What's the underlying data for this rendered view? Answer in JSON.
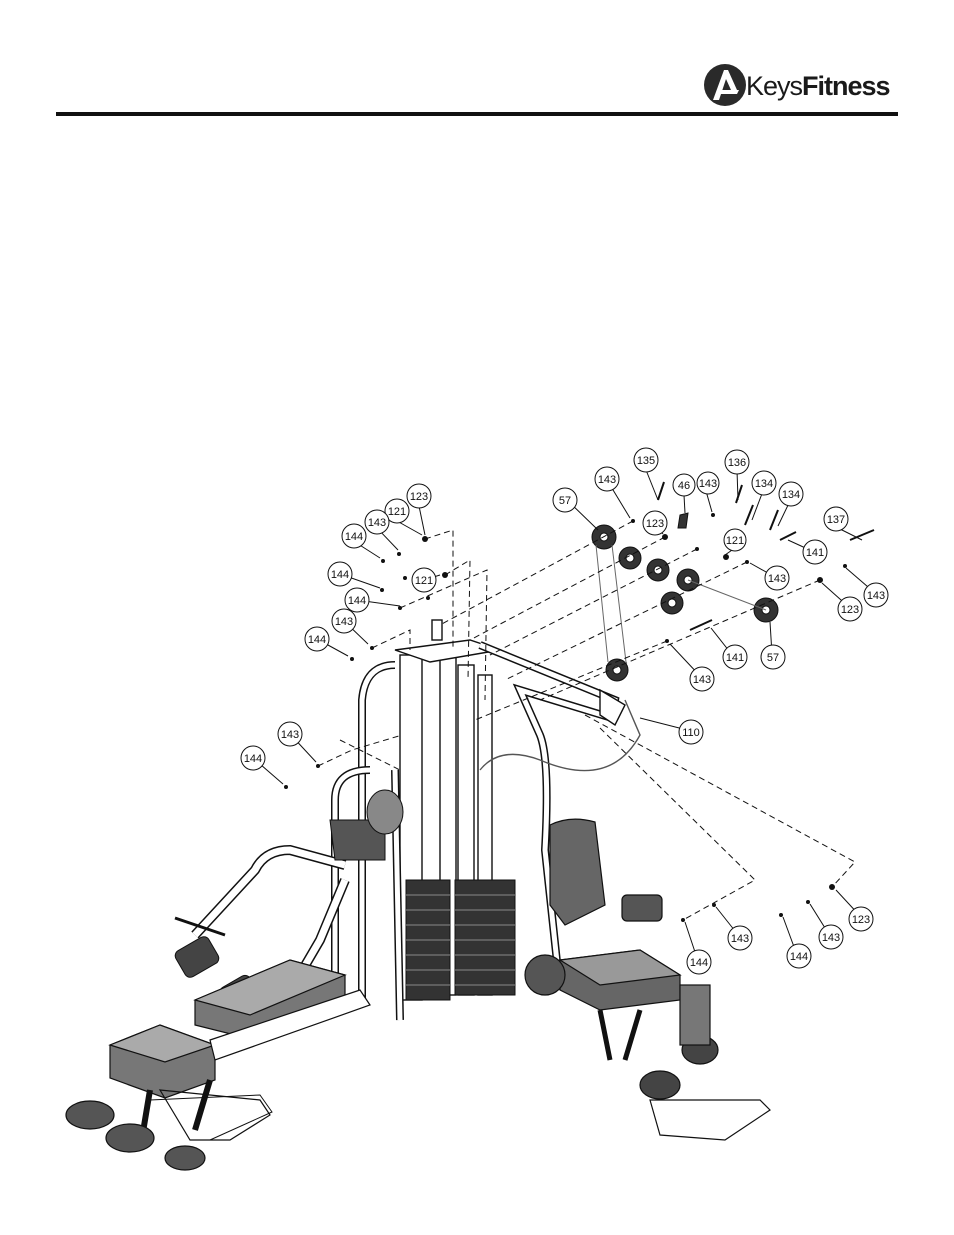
{
  "brand": {
    "name_part1": "Keys",
    "name_part2": "Fitness"
  },
  "callouts": [
    {
      "id": "c1",
      "label": "123"
    },
    {
      "id": "c2",
      "label": "121"
    },
    {
      "id": "c3",
      "label": "143"
    },
    {
      "id": "c4",
      "label": "144"
    },
    {
      "id": "c5",
      "label": "121"
    },
    {
      "id": "c6",
      "label": "144"
    },
    {
      "id": "c7",
      "label": "144"
    },
    {
      "id": "c8",
      "label": "143"
    },
    {
      "id": "c9",
      "label": "144"
    },
    {
      "id": "c10",
      "label": "143"
    },
    {
      "id": "c11",
      "label": "144"
    },
    {
      "id": "c12",
      "label": "135"
    },
    {
      "id": "c13",
      "label": "143"
    },
    {
      "id": "c14",
      "label": "57"
    },
    {
      "id": "c15",
      "label": "46"
    },
    {
      "id": "c16",
      "label": "143"
    },
    {
      "id": "c17",
      "label": "123"
    },
    {
      "id": "c18",
      "label": "136"
    },
    {
      "id": "c19",
      "label": "134"
    },
    {
      "id": "c20",
      "label": "134"
    },
    {
      "id": "c21",
      "label": "121"
    },
    {
      "id": "c22",
      "label": "137"
    },
    {
      "id": "c23",
      "label": "141"
    },
    {
      "id": "c24",
      "label": "143"
    },
    {
      "id": "c25",
      "label": "143"
    },
    {
      "id": "c26",
      "label": "123"
    },
    {
      "id": "c27",
      "label": "141"
    },
    {
      "id": "c28",
      "label": "57"
    },
    {
      "id": "c29",
      "label": "143"
    },
    {
      "id": "c30",
      "label": "110"
    },
    {
      "id": "c31",
      "label": "144"
    },
    {
      "id": "c32",
      "label": "143"
    },
    {
      "id": "c33",
      "label": "123"
    },
    {
      "id": "c34",
      "label": "143"
    },
    {
      "id": "c35",
      "label": "144"
    }
  ]
}
